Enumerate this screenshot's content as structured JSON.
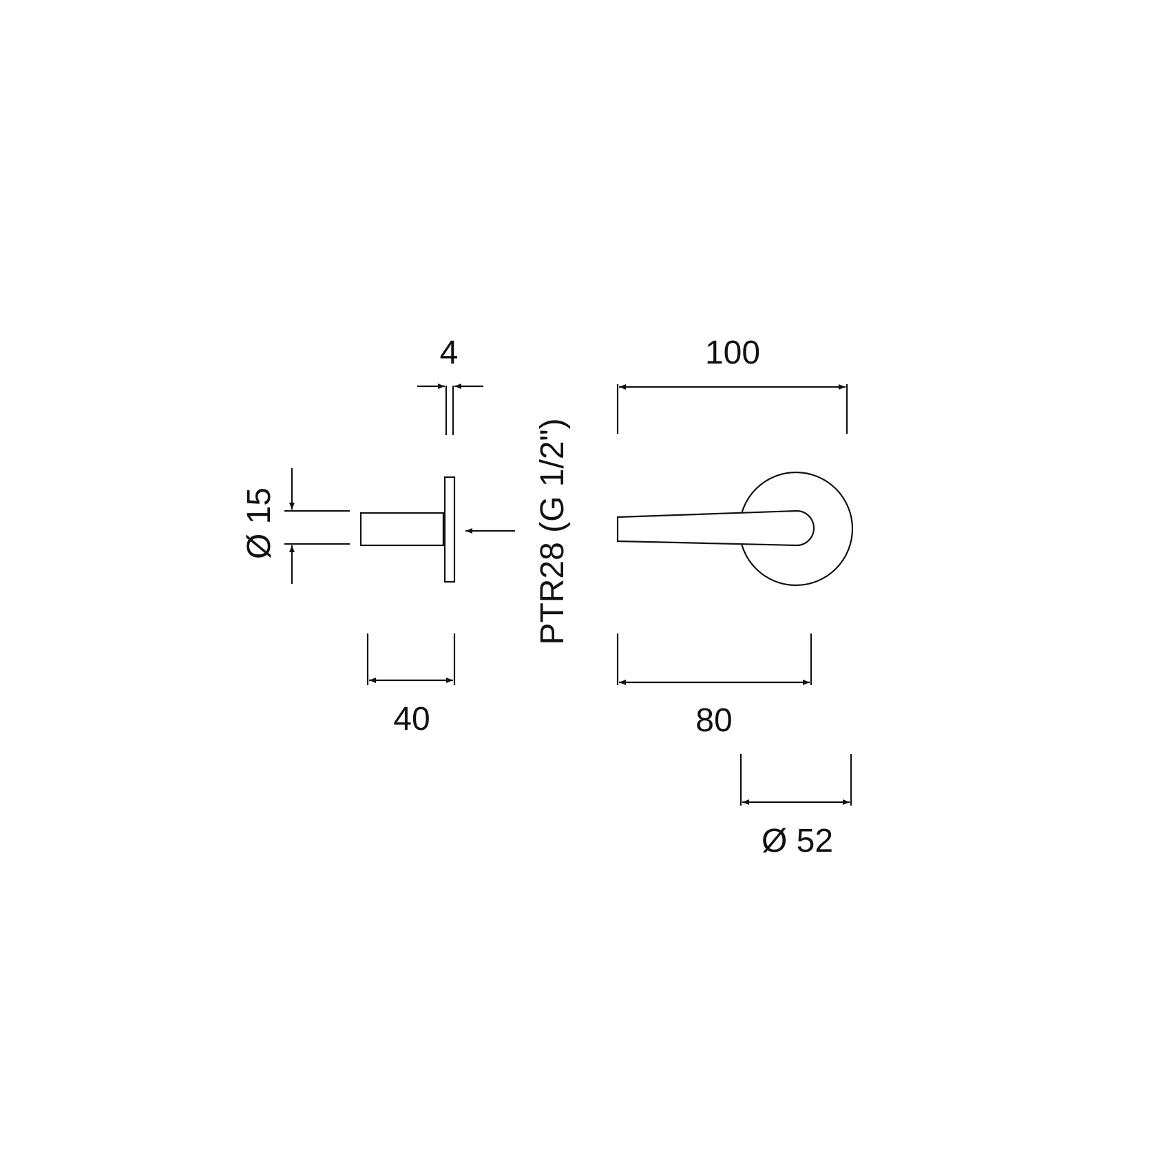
{
  "dimensions": {
    "plate_thickness": "4",
    "spindle_diameter": "Ø 15",
    "spindle_length": "40",
    "lever_total_length": "100",
    "lever_length": "80",
    "rosette_diameter": "Ø 52"
  },
  "part_code": "PTR28 (G 1/2\")",
  "colors": {
    "line": "#111111",
    "background": "#ffffff"
  }
}
